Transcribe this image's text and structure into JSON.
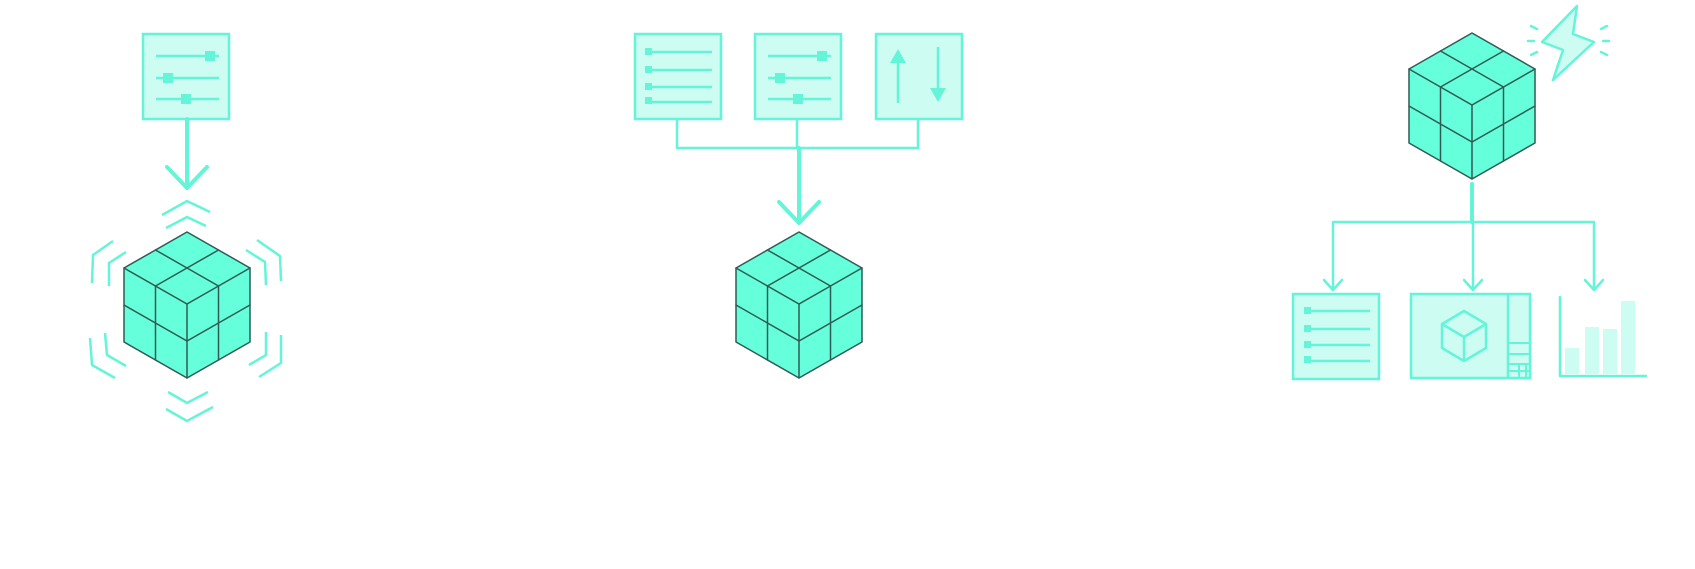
{
  "colors": {
    "accent": "#64F5D8",
    "accent_light": "#CCFCF2",
    "cube_face": "#66FFDB",
    "cube_edge": "#2E5C55",
    "background": "#FFFFFF"
  },
  "stages": [
    {
      "id": "configure",
      "icons": [
        "sliders-panel-icon"
      ],
      "connector": "arrow-down",
      "result": "cube-with-resize-brackets-icon"
    },
    {
      "id": "combine",
      "icons": [
        "list-panel-icon",
        "sliders-panel-icon",
        "up-down-arrows-panel-icon"
      ],
      "connector": "merge-arrow-down",
      "result": "cube-icon"
    },
    {
      "id": "distribute",
      "icons": [
        "cube-icon",
        "lightning-bolt-icon"
      ],
      "connector": "split-arrows-down",
      "result": [
        "list-panel-icon",
        "cube-preview-panel-icon",
        "bar-chart-icon"
      ]
    }
  ]
}
